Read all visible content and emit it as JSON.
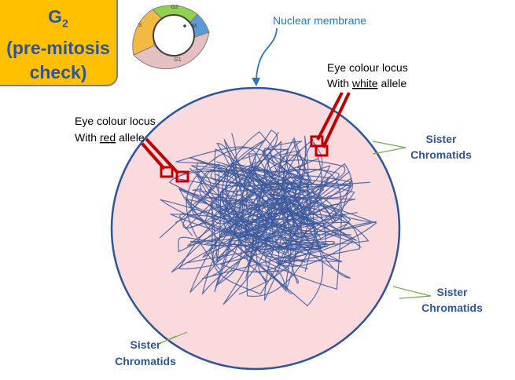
{
  "stage": {
    "letter": "G",
    "subscript": "2",
    "line2": "(pre-mitosis",
    "line3": "check)"
  },
  "cycle": {
    "phases": [
      {
        "label": "G2",
        "color": "#92d050"
      },
      {
        "label": "M",
        "color": "#5b9bd5"
      },
      {
        "label": "G1",
        "color": "#e6bfc1"
      },
      {
        "label": "S",
        "color": "#f4b942"
      }
    ]
  },
  "labels": {
    "membrane": "Nuclear membrane",
    "white_locus_line1": "Eye colour locus",
    "white_locus_prefix": "With ",
    "white_allele": "white",
    "white_locus_suffix": " allele",
    "red_locus_line1": "Eye colour locus",
    "red_locus_prefix": "With ",
    "red_allele": "red",
    "red_locus_suffix": " allele",
    "sister_line1": "Sister",
    "sister_line2": "Chromatids"
  },
  "colors": {
    "nucleus_fill": "#fadadd",
    "nucleus_stroke": "#2f5597",
    "chromatin": "#3b5a9e",
    "locus_marker": "#c00000",
    "label_blue": "#2f5597",
    "arrow_blue": "#2e75b6",
    "pointer_green": "#70ad47"
  }
}
